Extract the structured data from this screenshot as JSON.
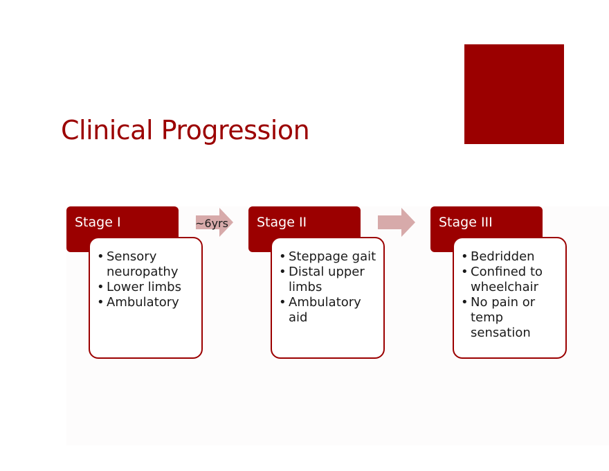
{
  "title": "Clinical Progression",
  "colors": {
    "accent": "#9b0000",
    "arrow": "#d7aaaa"
  },
  "arrow_label": "~6yrs",
  "stages": [
    {
      "header": "Stage I",
      "bullets": [
        "Sensory neuropathy",
        "Lower limbs",
        "Ambulatory"
      ]
    },
    {
      "header": "Stage II",
      "bullets": [
        "Steppage gait",
        "Distal upper limbs",
        "Ambulatory aid"
      ]
    },
    {
      "header": "Stage III",
      "bullets": [
        "Bedridden",
        "Confined to wheelchair",
        "No pain or temp sensation"
      ]
    }
  ]
}
